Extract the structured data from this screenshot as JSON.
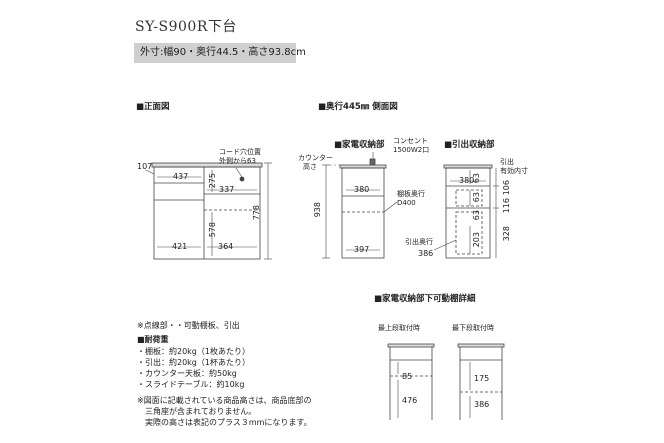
{
  "title": "SY-S900R下台",
  "spec": "外寸:幅90・奥行44.5・高さ93.8cm",
  "front_view": {
    "heading": "■正面図",
    "cord_hole_label_1": "コード穴位置",
    "cord_hole_label_2": "外側から63",
    "dims": {
      "d107": "107",
      "d437": "437",
      "d275": "275",
      "d337": "337",
      "d578": "578",
      "d778": "778",
      "d421": "421",
      "d364": "364"
    }
  },
  "side_view": {
    "heading": "■奥行445㎜ 側面図",
    "kaden_heading": "■家電収納部",
    "hikidashi_heading": "■引出収納部",
    "outlet_label_1": "コンセント",
    "outlet_label_2": "1500W2口",
    "counter_label_1": "カウンター",
    "counter_label_2": "高さ",
    "shelf_depth_label_1": "棚板奥行",
    "shelf_depth_label_2": "D400",
    "drawer_depth_label": "引出奥行",
    "drawer_inner_label_1": "引出",
    "drawer_inner_label_2": "有効内寸",
    "dims": {
      "d380a": "380",
      "d938": "938",
      "d397": "397",
      "d380b": "380",
      "d63a": "63",
      "d63b": "63",
      "d63c": "63",
      "d203": "203",
      "d386": "386",
      "d106": "106",
      "d116": "116",
      "d328": "328"
    }
  },
  "shelf_detail": {
    "heading": "■家電収納部下可動棚詳細",
    "upper_label": "最上段取付時",
    "lower_label": "最下段取付時",
    "dims": {
      "d85": "85",
      "d476": "476",
      "d175": "175",
      "d386": "386"
    }
  },
  "notes": {
    "dotted_line": "※点線部・・可動棚板、引出",
    "load_heading": "■耐荷重",
    "load_items": [
      "・棚板：約20kg（1枚あたり）",
      "・引出：約20kg（1杯あたり）",
      "・カウンター天板：約50kg",
      "・スライドテーブル：約10kg"
    ],
    "caution": [
      "※図面に記載されている商品高さは、商品底部の",
      "　三角座が含まれておりません。",
      "　実際の高さは表記のプラス３mmになります。"
    ]
  }
}
